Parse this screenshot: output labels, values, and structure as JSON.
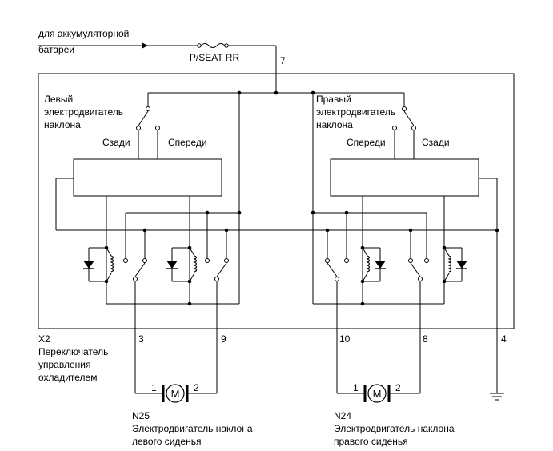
{
  "battery_label": {
    "line1": "для аккумуляторной",
    "line2": "батареи"
  },
  "fuse_label": "P/SEAT RR",
  "terminals": {
    "t7": "7",
    "t3": "3",
    "t9": "9",
    "t10": "10",
    "t8": "8",
    "t4": "4"
  },
  "left_motor_switch": {
    "line1": "Левый",
    "line2": "электродвигатель",
    "line3": "наклона",
    "rear": "Сзади",
    "front": "Спереди"
  },
  "right_motor_switch": {
    "line1": "Правый",
    "line2": "электродвигатель",
    "line3": "наклона",
    "front": "Спереди",
    "rear": "Сзади"
  },
  "switch_module": {
    "id": "X2",
    "line1": "Переключатель",
    "line2": "управления",
    "line3": "охладителем"
  },
  "left_motor": {
    "id": "N25",
    "line1": "Электродвигатель наклона",
    "line2": "левого сиденья",
    "pin1": "1",
    "pin2": "2",
    "symbol": "M"
  },
  "right_motor": {
    "id": "N24",
    "line1": "Электродвигатель наклона",
    "line2": "правого сиденья",
    "pin1": "1",
    "pin2": "2",
    "symbol": "M"
  }
}
